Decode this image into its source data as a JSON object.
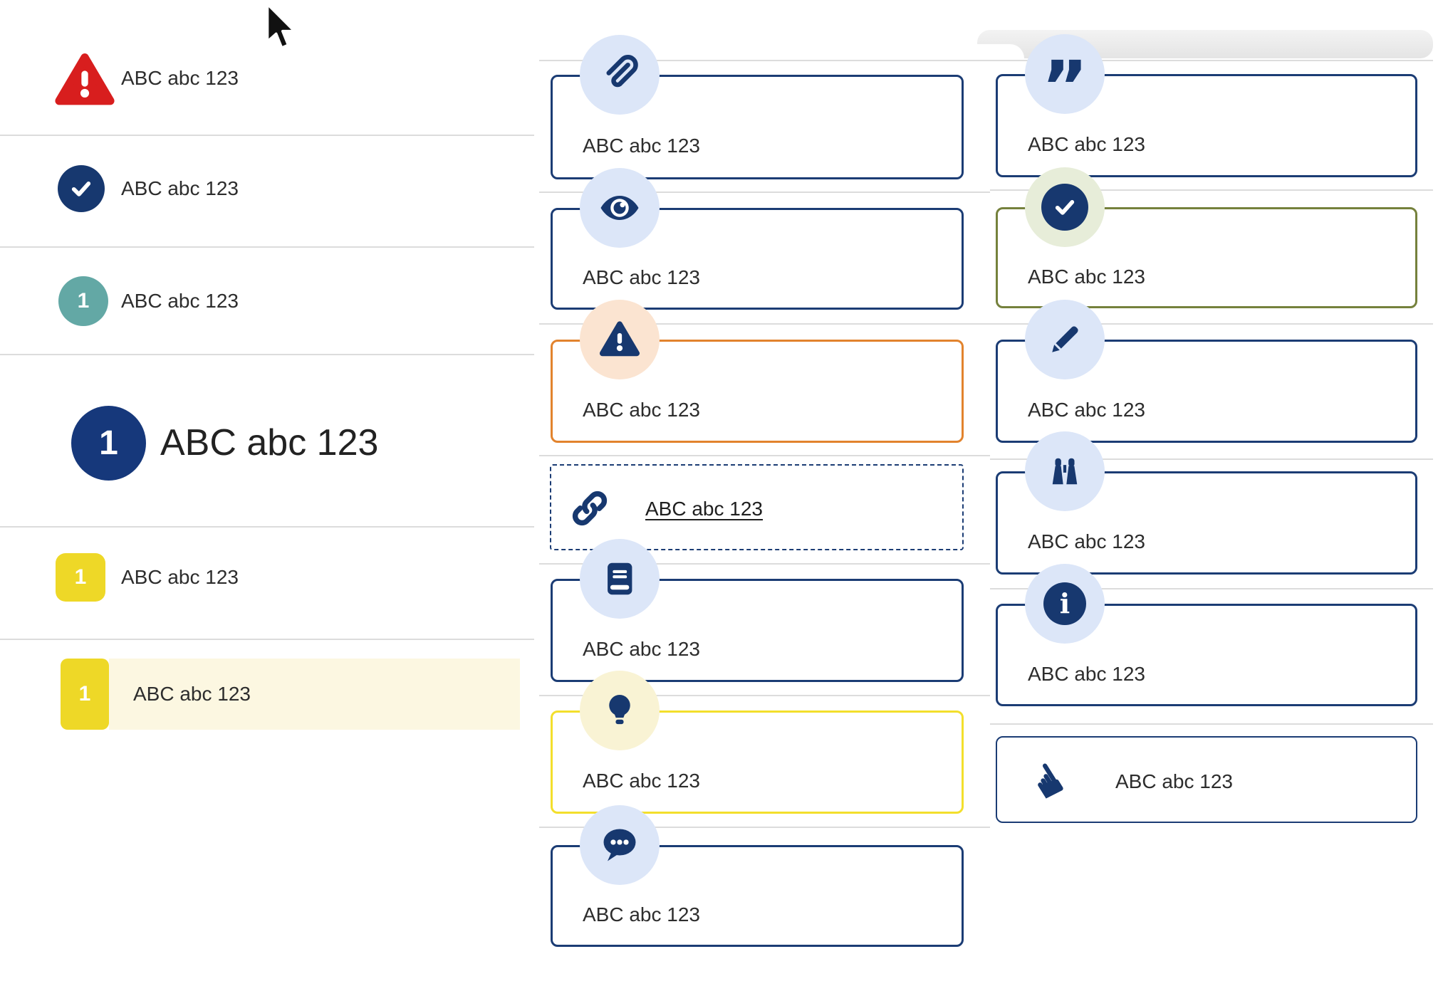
{
  "colors": {
    "navy": "#17386f",
    "navy_border": "#1b3c74",
    "orange_border": "#e2832d",
    "olive_border": "#75813c",
    "yellow_border": "#f3df2c",
    "red": "#d81e1e",
    "teal": "#63a8a5",
    "big_step_navy": "#16387b",
    "yellow_badge": "#eed827",
    "highlight_row": "#fcf7e1",
    "circle_blue": "#dce6f8",
    "circle_peach": "#fbe4d1",
    "circle_pale_yellow": "#f9f3d4",
    "circle_pale_green": "#e7edd9",
    "divider": "#dcdcdc",
    "text": "#2d2d2d"
  },
  "left_list": {
    "items": [
      {
        "icon": "warning-icon",
        "variant": "alert-red",
        "label": "ABC abc 123"
      },
      {
        "icon": "check-circle-icon",
        "variant": "check-navy",
        "label": "ABC abc 123"
      },
      {
        "icon": "step-circle",
        "variant": "step-teal",
        "badge": "1",
        "label": "ABC abc 123"
      },
      {
        "icon": "step-circle",
        "variant": "step-navy-large",
        "badge": "1",
        "label": "ABC abc 123"
      },
      {
        "icon": "number-badge",
        "variant": "badge-yellow",
        "badge": "1",
        "label": "ABC abc 123"
      },
      {
        "icon": "number-badge",
        "variant": "badge-yellow-highlight",
        "badge": "1",
        "label": "ABC abc 123"
      }
    ]
  },
  "middle_column": {
    "boxes": [
      {
        "icon": "paperclip-icon",
        "border": "navy",
        "circle": "blue",
        "label": "ABC abc 123"
      },
      {
        "icon": "eye-icon",
        "border": "navy",
        "circle": "blue",
        "label": "ABC abc 123"
      },
      {
        "icon": "warning-icon",
        "border": "orange",
        "circle": "peach",
        "label": "ABC abc 123"
      },
      {
        "icon": "link-icon",
        "border": "navy-dashed",
        "circle": "none",
        "label": "ABC abc 123",
        "is_link": true
      },
      {
        "icon": "book-icon",
        "border": "navy",
        "circle": "blue",
        "label": "ABC abc 123"
      },
      {
        "icon": "lightbulb-icon",
        "border": "yellow",
        "circle": "pale-yellow",
        "label": "ABC abc 123"
      },
      {
        "icon": "chat-icon",
        "border": "navy",
        "circle": "blue",
        "label": "ABC abc 123"
      }
    ]
  },
  "right_column": {
    "boxes": [
      {
        "icon": "quote-icon",
        "border": "navy",
        "circle": "blue",
        "label": "ABC abc 123"
      },
      {
        "icon": "check-circle-icon",
        "border": "olive",
        "circle": "pale-green",
        "label": "ABC abc 123"
      },
      {
        "icon": "pencil-icon",
        "border": "navy",
        "circle": "blue",
        "label": "ABC abc 123"
      },
      {
        "icon": "binoculars-icon",
        "border": "navy",
        "circle": "blue",
        "label": "ABC abc 123"
      },
      {
        "icon": "info-icon",
        "border": "navy",
        "circle": "blue",
        "label": "ABC abc 123"
      },
      {
        "icon": "pointing-hand-icon",
        "border": "navy-thin",
        "circle": "none",
        "label": "ABC abc 123"
      }
    ]
  },
  "glyphs": {
    "quote": "”",
    "info_i": "i",
    "hand": "☚"
  }
}
